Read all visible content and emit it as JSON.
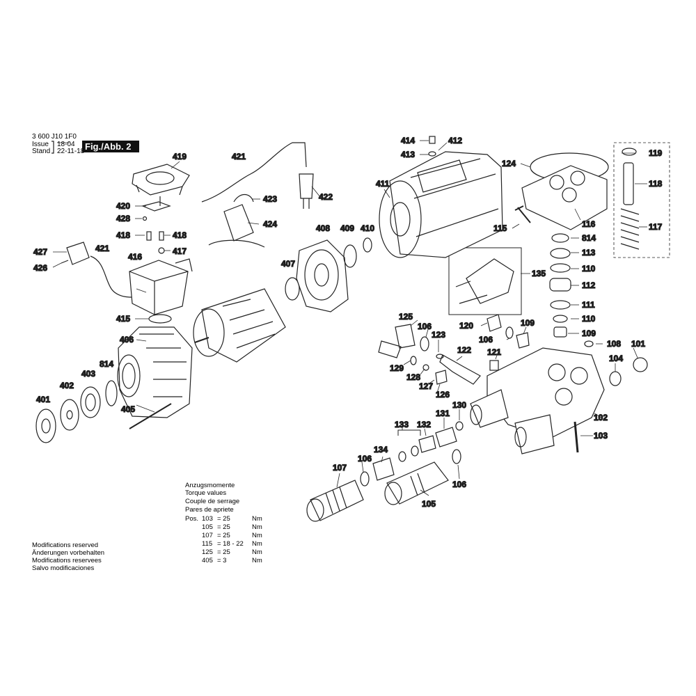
{
  "header": {
    "doc_number": "3 600 J10 1F0",
    "issue_label": "Issue",
    "issue_value": "18-04",
    "stand_label": "Stand",
    "stand_value": "22-11-18",
    "figure_label": "Fig./Abb. 2"
  },
  "torque": {
    "titles": [
      "Anzugsmomente",
      "Torque values",
      "Couple de serrage",
      "Pares de apriete"
    ],
    "pos_label": "Pos.",
    "rows": [
      {
        "pos": "103",
        "value": "= 25",
        "unit": "Nm"
      },
      {
        "pos": "105",
        "value": "= 25",
        "unit": "Nm"
      },
      {
        "pos": "107",
        "value": "= 25",
        "unit": "Nm"
      },
      {
        "pos": "115",
        "value": "= 18 - 22",
        "unit": "Nm"
      },
      {
        "pos": "125",
        "value": "= 25",
        "unit": "Nm"
      },
      {
        "pos": "405",
        "value": "= 3",
        "unit": "Nm"
      }
    ]
  },
  "modifications": [
    "Modifications reserved",
    "Änderungen vorbehalten",
    "Modifications reservees",
    "Salvo modificaciones"
  ],
  "callouts": [
    "419",
    "421",
    "420",
    "428",
    "418",
    "418",
    "417",
    "427",
    "421",
    "416",
    "426",
    "415",
    "422",
    "423",
    "424",
    "414",
    "413",
    "412",
    "411",
    "408",
    "409",
    "410",
    "407",
    "406",
    "814",
    "403",
    "402",
    "401",
    "405",
    "124",
    "119",
    "118",
    "117",
    "116",
    "115",
    "814",
    "113",
    "110",
    "112",
    "111",
    "110",
    "109",
    "135",
    "125",
    "106",
    "123",
    "120",
    "106",
    "109",
    "108",
    "101",
    "122",
    "121",
    "104",
    "129",
    "128",
    "127",
    "126",
    "130",
    "131",
    "133",
    "132",
    "134",
    "106",
    "107",
    "105",
    "106",
    "102",
    "103"
  ]
}
